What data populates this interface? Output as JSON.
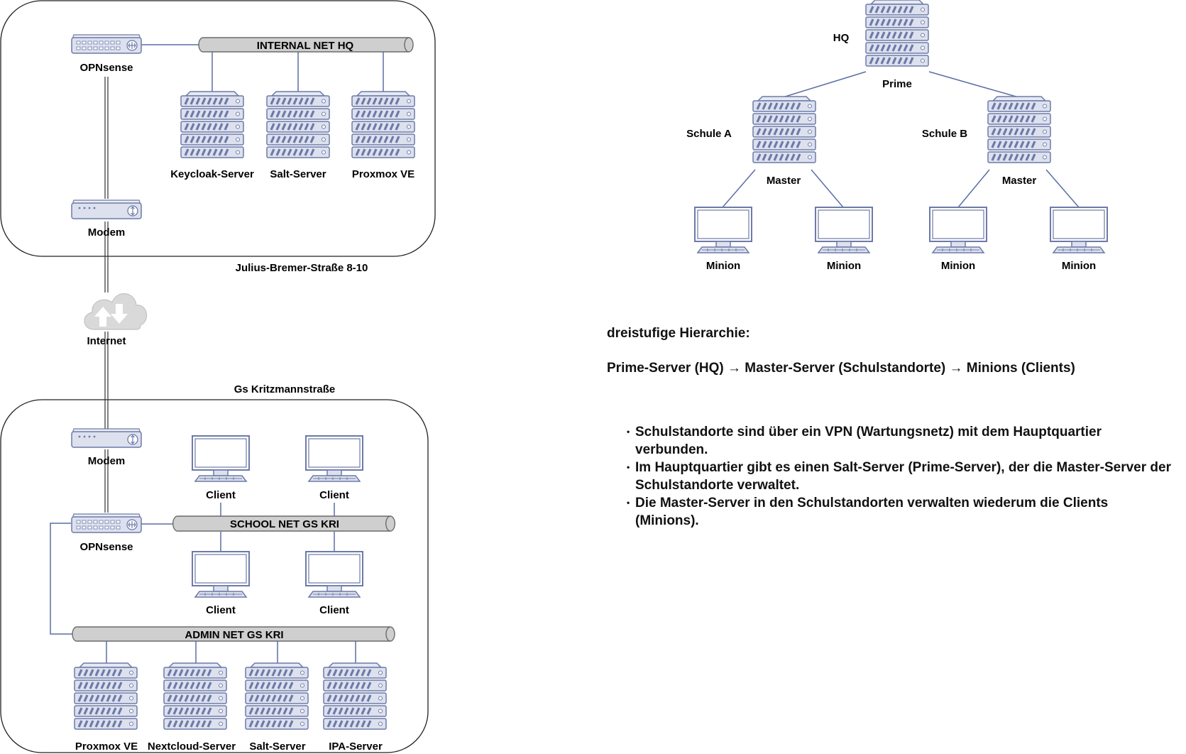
{
  "sites": {
    "hq": {
      "address": "Julius-Bremer-Straße 8-10",
      "network": "INTERNAL NET HQ",
      "firewall": "OPNsense",
      "modem": "Modem",
      "servers": [
        "Keycloak-Server",
        "Salt-Server",
        "Proxmox VE"
      ]
    },
    "internet": "Internet",
    "school": {
      "address": "Gs Kritzmannstraße",
      "modem": "Modem",
      "firewall": "OPNsense",
      "school_net": "SCHOOL NET GS KRI",
      "admin_net": "ADMIN NET GS KRI",
      "clients": [
        "Client",
        "Client",
        "Client",
        "Client"
      ],
      "servers": [
        "Proxmox VE",
        "Nextcloud-Server",
        "Salt-Server",
        "IPA-Server"
      ]
    }
  },
  "hierarchy": {
    "hq_label": "HQ",
    "prime_label": "Prime",
    "schools": [
      {
        "name": "Schule A",
        "master": "Master",
        "minions": [
          "Minion",
          "Minion"
        ]
      },
      {
        "name": "Schule B",
        "master": "Master",
        "minions": [
          "Minion",
          "Minion"
        ]
      }
    ]
  },
  "notes": {
    "heading": "dreistufige Hierarchie:",
    "chain": "Prime-Server (HQ) → Master-Server (Schulstandorte) → Minions (Clients)",
    "bullets": [
      "Schulstandorte sind über ein VPN (Wartungsnetz) mit dem Hauptquartier verbunden.",
      "Im Hauptquartier gibt es einen Salt-Server (Prime-Server), der die Master-Server der Schulstandorte verwaltet.",
      "Die Master-Server in den Schulstandorten verwalten wiederum die Clients (Minions)."
    ]
  },
  "colors": {
    "device_fill": "#dde1ee",
    "device_stroke": "#6d7aa8",
    "link": "#5a6da6",
    "bus_fill": "#cfcfcf",
    "bus_stroke": "#6b6b6b"
  }
}
